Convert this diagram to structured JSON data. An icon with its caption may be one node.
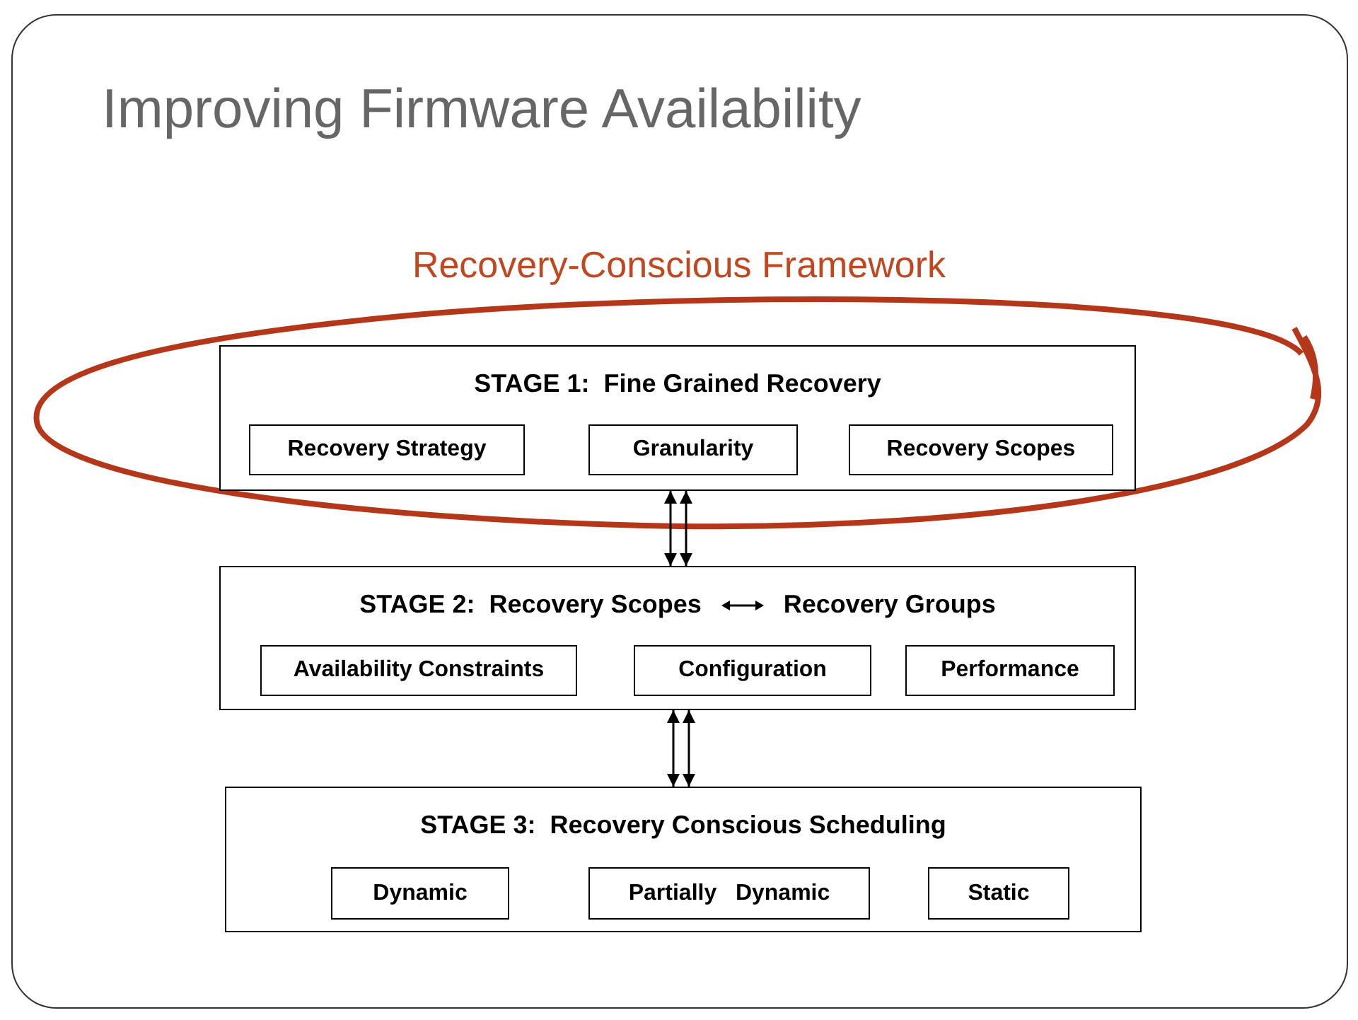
{
  "diagram": {
    "title": "Improving Firmware Availability",
    "nodes": [
      {
        "text": [
          "STAGE 1:  Fine Grained Recovery"
        ]
      },
      {
        "text": [
          "Recovery Strategy"
        ],
        "in": 0
      },
      {
        "text": [
          "Granularity"
        ],
        "in": 0
      },
      {
        "text": [
          "Recovery Scopes"
        ],
        "in": 0
      },
      {
        "text": [
          "STAGE 2:  Recovery Scopes",
          "Recovery Groups"
        ]
      },
      {
        "text": [
          "Availability Constraints"
        ],
        "in": 4
      },
      {
        "text": [
          "Configuration"
        ],
        "in": 4
      },
      {
        "text": [
          "Performance"
        ],
        "in": 4
      },
      {
        "text": [
          "STAGE 3:  Recovery Conscious Scheduling"
        ]
      },
      {
        "text": [
          "Dynamic"
        ],
        "in": 8
      },
      {
        "text": [
          "Partially   Dynamic"
        ],
        "in": 8
      },
      {
        "text": [
          "Static"
        ],
        "in": 8
      }
    ],
    "edges": [
      {
        "from": 0,
        "to": 4,
        "arrow": "both"
      },
      {
        "from": 0,
        "to": 4,
        "arrow": "both"
      },
      {
        "from": 4,
        "to": 8,
        "arrow": "both"
      },
      {
        "from": 4,
        "to": 8,
        "arrow": "both"
      }
    ],
    "labels": [
      "Recovery-Conscious Framework"
    ]
  }
}
